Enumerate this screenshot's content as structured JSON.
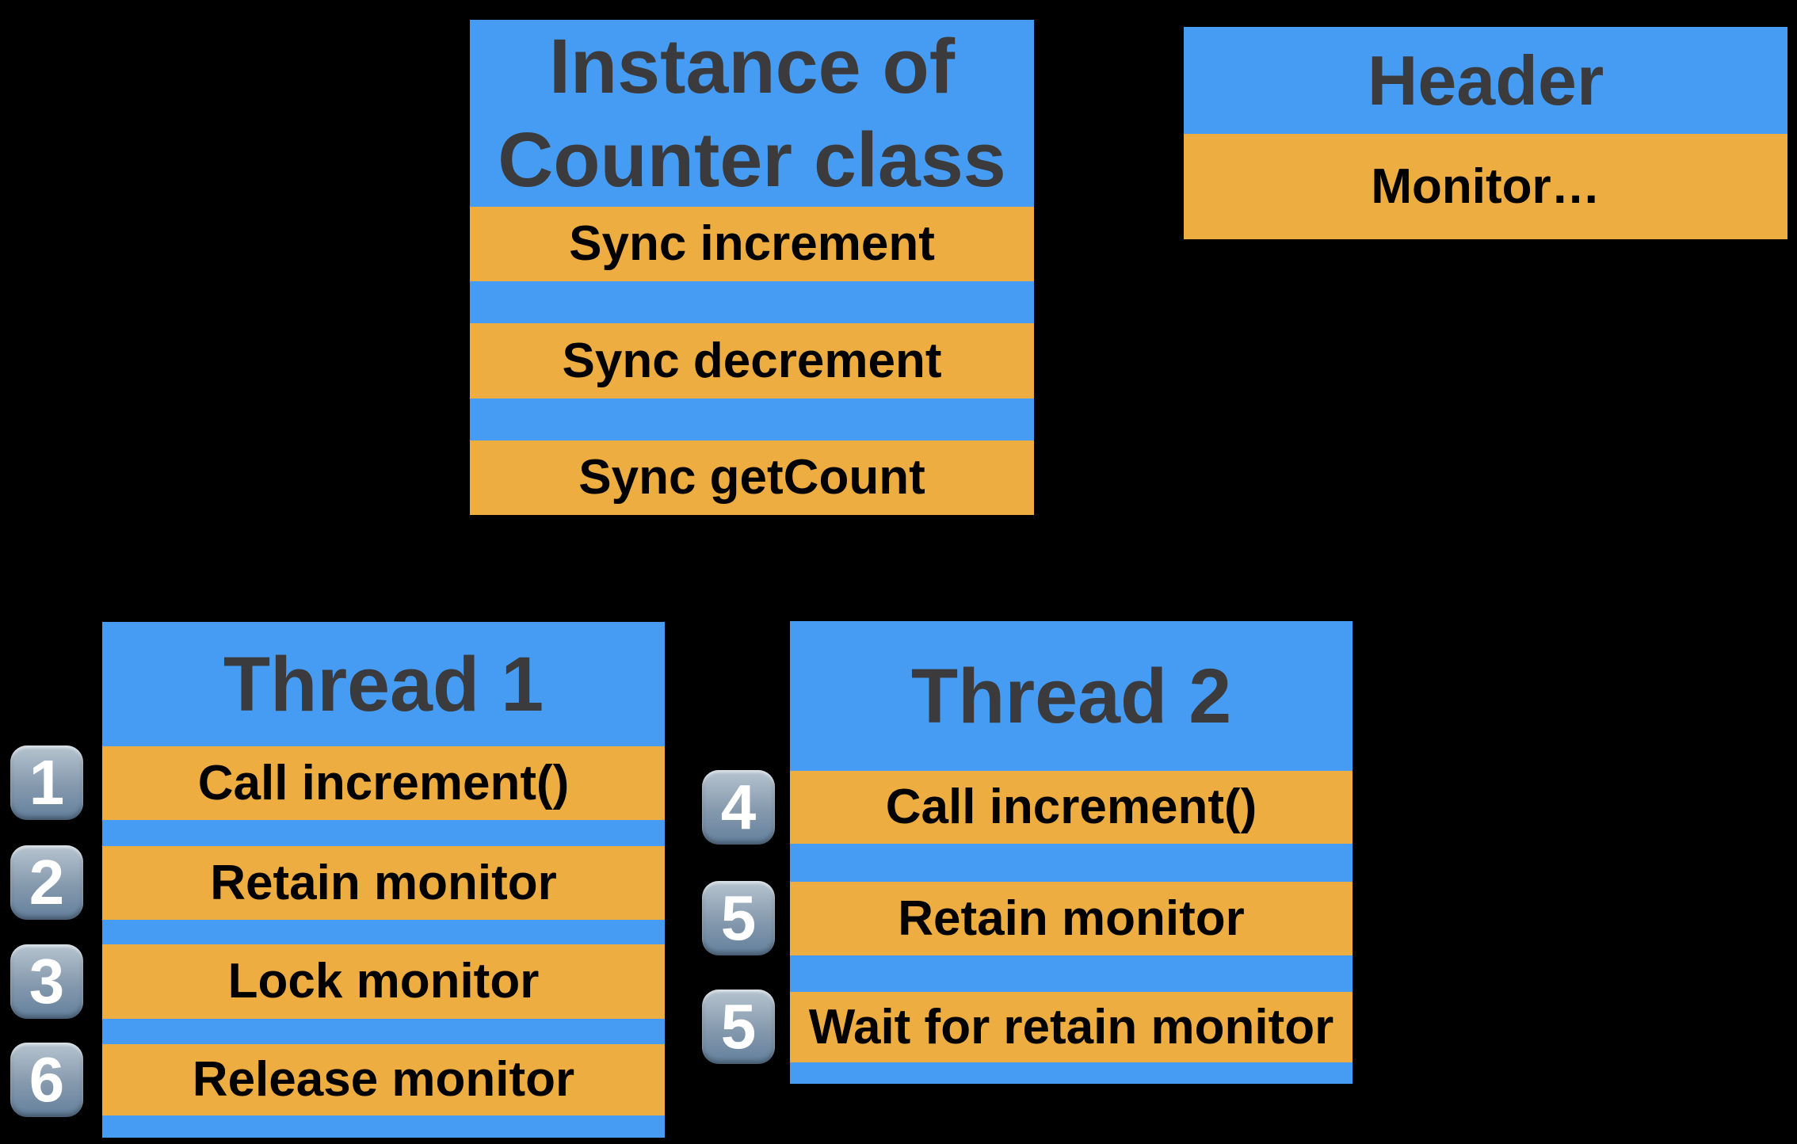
{
  "colors": {
    "background": "#000000",
    "blue": "#469CF2",
    "orange": "#EEAD40",
    "title_text": "#3B3B3D",
    "row_text": "#000000",
    "badge_gradient_top": "#B6C4CF",
    "badge_gradient_mid": "#8599AD",
    "badge_gradient_bottom": "#63809D",
    "badge_text": "#FFFFFF"
  },
  "instance_block": {
    "title": "Instance of Counter class",
    "rows": [
      "Sync increment",
      "Sync decrement",
      "Sync getCount"
    ]
  },
  "header_block": {
    "title": "Header",
    "row": "Monitor…"
  },
  "thread1_block": {
    "title": "Thread 1",
    "steps": [
      {
        "badge": "1",
        "label": "Call increment()"
      },
      {
        "badge": "2",
        "label": "Retain monitor"
      },
      {
        "badge": "3",
        "label": "Lock monitor"
      },
      {
        "badge": "6",
        "label": "Release monitor"
      }
    ]
  },
  "thread2_block": {
    "title": "Thread 2",
    "steps": [
      {
        "badge": "4",
        "label": "Call increment()"
      },
      {
        "badge": "5",
        "label": "Retain monitor"
      },
      {
        "badge": "5",
        "label": "Wait for retain monitor"
      }
    ]
  }
}
